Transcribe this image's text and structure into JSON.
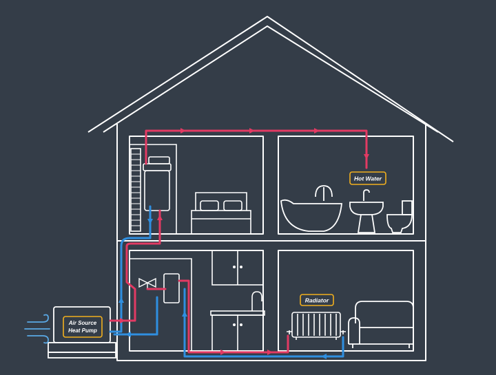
{
  "labels": {
    "hot_water": "Hot Water",
    "radiator": "Radiator",
    "heat_pump_line1": "Air Source",
    "heat_pump_line2": "Heat Pump"
  },
  "colors": {
    "background": "#343d48",
    "outline": "#ffffff",
    "hot_pipe": "#e23a63",
    "cold_pipe": "#2f8fe0",
    "label_border": "#f2b01e",
    "label_text": "#ffffff"
  }
}
